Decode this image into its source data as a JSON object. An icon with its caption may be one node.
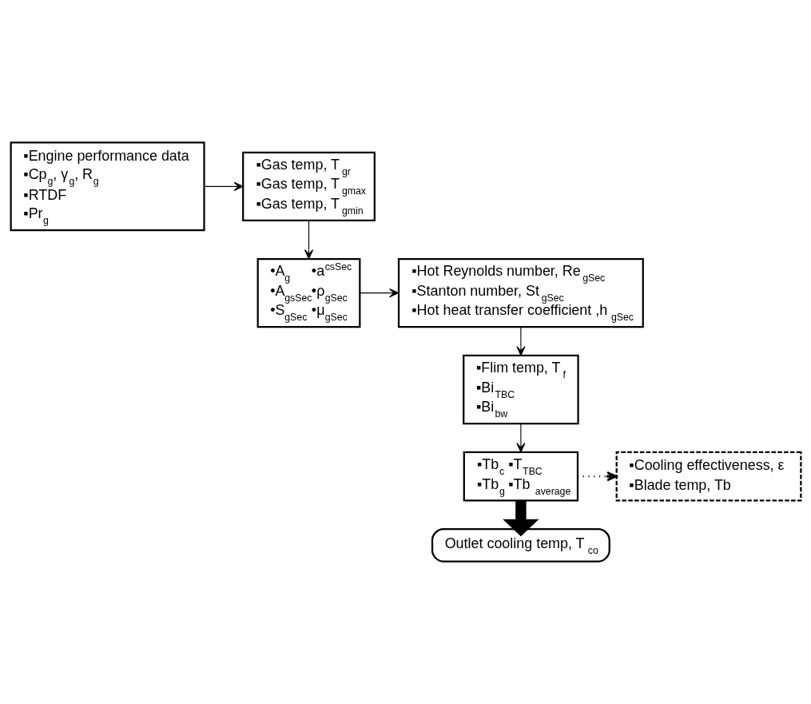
{
  "diagram": {
    "nodes": [
      {
        "text": [
          "▪Engine performance data",
          "▪Cp$_{g}$, γ$_{g}$, R$_{g}$",
          "▪RTDF",
          "▪Pr$_{g}$"
        ]
      },
      {
        "text": [
          "▪Gas temp, T$_{gr}$",
          "▪Gas temp, T$_{gmax}$",
          "▪Gas temp, T$_{gmin}$"
        ]
      },
      {
        "text": [
          "•A$_{g}$",
          "•a$^{csSec}$",
          "•A$_{gsSec}$",
          "•ρ$_{gSec}$",
          "•S$_{gSec}$",
          "•μ$_{gSec}$"
        ]
      },
      {
        "text": [
          "▪Hot Reynolds number, Re$_{gSec}$",
          "▪Stanton number, St$_{gSec}$",
          "▪Hot heat transfer coefficient ,h$_{gSec}$"
        ]
      },
      {
        "text": [
          "▪Flim temp, T$_{f}$",
          "▪Bi$_{TBC}$",
          "▪Bi$_{bw}$"
        ]
      },
      {
        "text": [
          "▪Tb$_{c}$",
          "▪T$_{TBC}$",
          "▪Tb$_{g}$",
          "▪Tb $_{average}$"
        ]
      },
      {
        "text": [
          "▪Cooling effectiveness, ε",
          "▪Blade temp, Tb"
        ]
      },
      {
        "text": [
          "Outlet cooling temp, T$_{co}$"
        ]
      }
    ],
    "edges": [
      {
        "from": 0,
        "to": 1,
        "arrow": "to"
      },
      {
        "from": 1,
        "to": 2,
        "arrow": "to"
      },
      {
        "from": 2,
        "to": 3,
        "arrow": "to"
      },
      {
        "from": 3,
        "to": 4,
        "arrow": "to"
      },
      {
        "from": 4,
        "to": 5,
        "arrow": "to"
      },
      {
        "from": 5,
        "to": 6,
        "arrow": "to",
        "style": "dashed"
      },
      {
        "from": 5,
        "to": 7,
        "arrow": "to",
        "style": "thick"
      }
    ]
  }
}
